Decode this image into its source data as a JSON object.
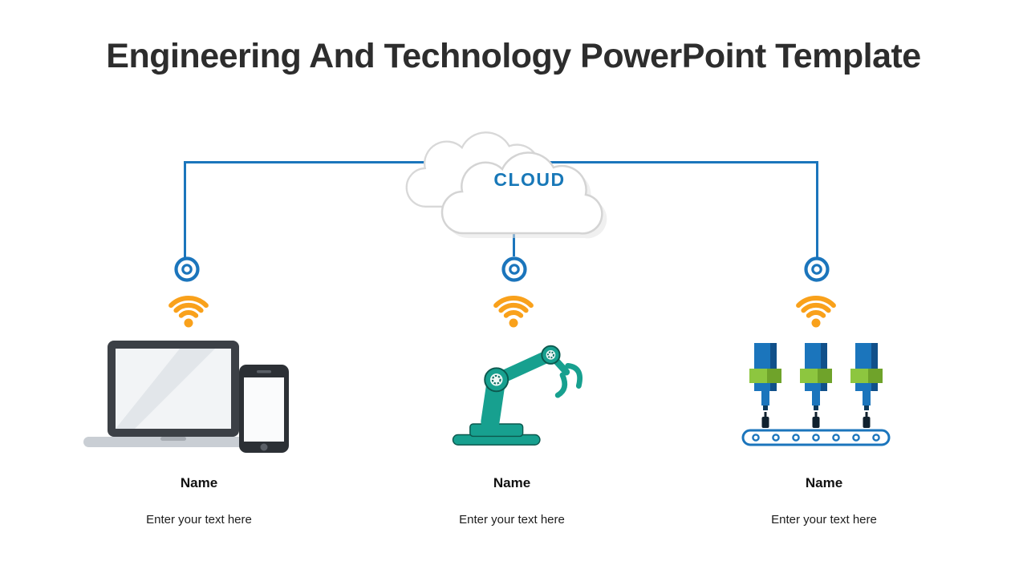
{
  "title": "Engineering And Technology PowerPoint Template",
  "cloud": {
    "label": "CLOUD"
  },
  "items": [
    {
      "id": "devices",
      "name": "Name",
      "description": "Enter your text here",
      "icon": "laptop-phone-icon"
    },
    {
      "id": "robot",
      "name": "Name",
      "description": "Enter your text here",
      "icon": "robot-arm-icon"
    },
    {
      "id": "machines",
      "name": "Name",
      "description": "Enter your text here",
      "icon": "bottling-machine-icon"
    }
  ],
  "colors": {
    "title": "#2d2d2d",
    "line": "#1b75bc",
    "cloud_text": "#1878b8",
    "wifi": "#f9a11b",
    "robot_teal": "#17a08f",
    "machine_blue": "#1b75bc",
    "machine_green": "#8dc63f"
  }
}
